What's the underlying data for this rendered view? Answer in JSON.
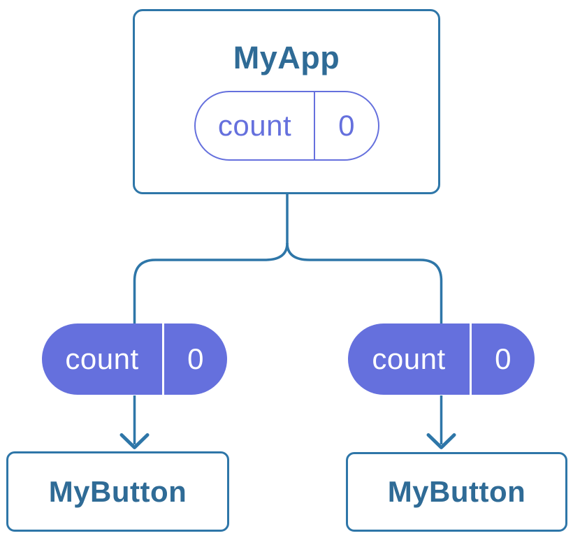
{
  "colors": {
    "background": "#ffffff",
    "card_bg": "#ffffff",
    "line_blue": "#2E76A8",
    "text_blue": "#2F6B96",
    "indigo": "#6570DD",
    "pill_text_light": "#ffffff"
  },
  "root_card": {
    "title": "MyApp",
    "state": {
      "label": "count",
      "value": "0"
    }
  },
  "child_cards": [
    {
      "title": "MyButton",
      "prop": {
        "label": "count",
        "value": "0"
      }
    },
    {
      "title": "MyButton",
      "prop": {
        "label": "count",
        "value": "0"
      }
    }
  ]
}
